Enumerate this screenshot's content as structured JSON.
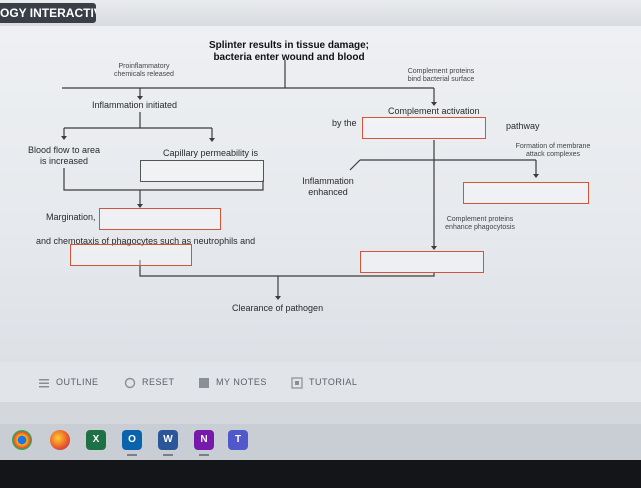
{
  "app": {
    "title": "OGY INTERACTIVE"
  },
  "diagram": {
    "top_title_line1": "Splinter results in tissue damage;",
    "top_title_line2": "bacteria enter wound and blood",
    "proinflammatory": "Proinflammatory\nchemicals released",
    "complement_proteins_bind": "Complement proteins\nbind bacterial surface",
    "inflammation_initiated": "Inflammation initiated",
    "complement_activation": "Complement activation",
    "by_the": "by the",
    "pathway": "pathway",
    "formation_mac": "Formation of membrane\nattack complexes",
    "blood_flow": "Blood flow to area\nis increased",
    "capillary_permeability": "Capillary permeability is",
    "inflammation_enhanced": "Inflammation\nenhanced",
    "complement_enhance_phago": "Complement proteins\nenhance phagocytosis",
    "margination": "Margination,",
    "chemotaxis": "and chemotaxis of phagocytes such as neutrophils and",
    "clearance": "Clearance of pathogen"
  },
  "toolbar": {
    "outline": "OUTLINE",
    "reset": "RESET",
    "my_notes": "MY NOTES",
    "tutorial": "TUTORIAL"
  },
  "taskbar": {
    "apps": [
      "chrome-icon",
      "firefox-icon",
      "excel-icon",
      "outlook-icon",
      "word-icon",
      "onenote-icon",
      "teams-icon"
    ]
  },
  "colors": {
    "drop_border": "#d2553a",
    "line": "#3c3c3c",
    "title_bg": "#3a3f47"
  }
}
